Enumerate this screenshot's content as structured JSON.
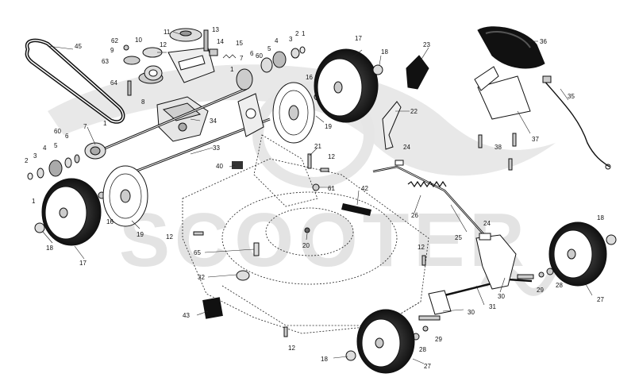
{
  "watermark": {
    "wordmark": "SCOOTER",
    "color": "#e3e3e3"
  },
  "colors": {
    "ink": "#111111",
    "tire": "#1a1a1a",
    "background": "#ffffff",
    "watermark": "#e3e3e3"
  },
  "callouts": {
    "c1_a": "1",
    "c1_b": "1",
    "c1_c": "1",
    "c1_d": "1",
    "c2": "2",
    "c3_a": "3",
    "c3_b": "3",
    "c4_a": "4",
    "c4_b": "4",
    "c5_a": "5",
    "c5_b": "5",
    "c6_a": "6",
    "c6_b": "6",
    "c7_a": "7",
    "c7_b": "7",
    "c8": "8",
    "c9": "9",
    "c10": "10",
    "c11": "11",
    "c12_a": "12",
    "c12_b": "12",
    "c12_c": "12",
    "c12_d": "12",
    "c12_e": "12",
    "c13": "13",
    "c14": "14",
    "c15": "15",
    "c16_a": "16",
    "c16_b": "16",
    "c17_a": "17",
    "c17_b": "17",
    "c18_a": "18",
    "c18_b": "18",
    "c18_c": "18",
    "c18_d": "18",
    "c19_a": "19",
    "c19_b": "19",
    "c20": "20",
    "c21": "21",
    "c22": "22",
    "c23": "23",
    "c24_a": "24",
    "c24_b": "24",
    "c25": "25",
    "c26": "26",
    "c27_a": "27",
    "c27_b": "27",
    "c28_a": "28",
    "c28_b": "28",
    "c29_a": "29",
    "c29_b": "29",
    "c30_a": "30",
    "c30_b": "30",
    "c31": "31",
    "c32": "32",
    "c33": "33",
    "c34": "34",
    "c35": "35",
    "c36": "36",
    "c37": "37",
    "c38": "38",
    "c40": "40",
    "c42": "42",
    "c43": "43",
    "c45": "45",
    "c60_a": "60",
    "c60_b": "60",
    "c61": "61",
    "c62": "62",
    "c63": "63",
    "c64": "64",
    "c65": "65"
  }
}
